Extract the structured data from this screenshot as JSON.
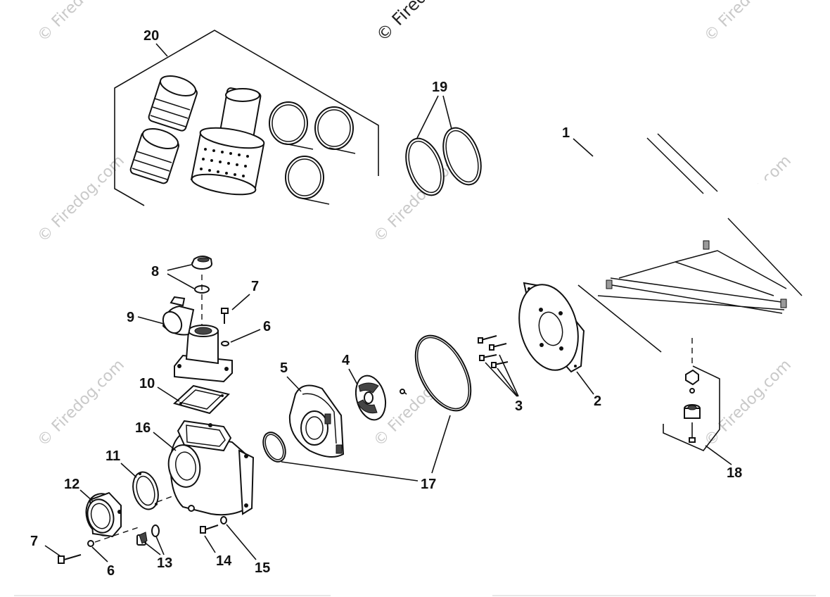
{
  "watermarks": {
    "main": "© Firedog.com",
    "tile": "© Firedog.com"
  },
  "callouts": {
    "p1": "1",
    "p2": "2",
    "p3": "3",
    "p4": "4",
    "p5": "5",
    "p6a": "6",
    "p6b": "6",
    "p7a": "7",
    "p7b": "7",
    "p8": "8",
    "p9": "9",
    "p10": "10",
    "p11": "11",
    "p12": "12",
    "p13": "13",
    "p14": "14",
    "p15": "15",
    "p16": "16",
    "p17": "17",
    "p18": "18",
    "p19": "19",
    "p20": "20"
  },
  "colors": {
    "line": "#111111",
    "watermark": "#c9c9c9",
    "background": "#ffffff"
  }
}
